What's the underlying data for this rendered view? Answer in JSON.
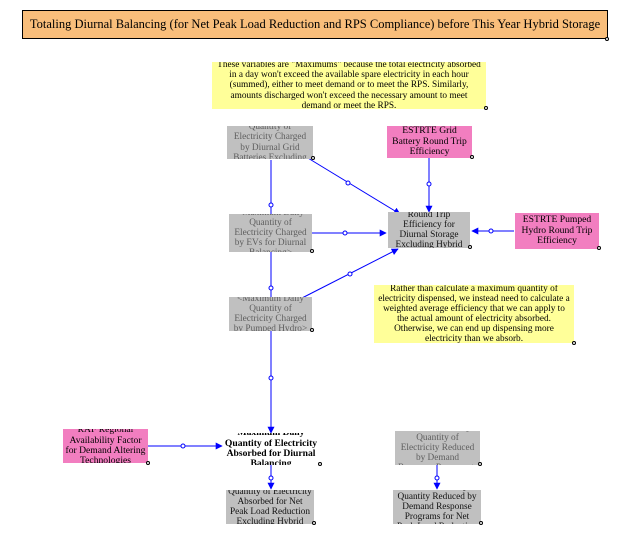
{
  "title": "Totaling Diurnal Balancing (for Net Peak Load Reduction and RPS Compliance) before This Year Hybrid Storage",
  "notes": {
    "maximums": "These variables are \"Maximums\" because the total electricity absorbed in a day won't exceed the available spare electricity in each hour (summed), either to meet demand or to meet the RPS.  Similarly, amounts discharged won't exceed the necessary amount to meet demand or meet the RPS.",
    "weighted": "Rather than calculate a maximum quantity of electricity dispensed, we instead need to calculate a weighted average efficiency that we can apply to the actual amount of electricity absorbed. Otherwise, we can end up dispensing more electricity than we absorb."
  },
  "nodes": {
    "grid_batteries_shadow": "<Maximum Daily Quantity of Electricity Charged by Diurnal Grid Batteries Excluding Hybrid Batteries>",
    "ev_shadow": "<Maximum Daily Quantity of Electricity Charged by EVs for Diurnal Balancing>",
    "pumped_hydro_shadow": "<Maximum Daily Quantity of Electricity Charged by Pumped Hydro>",
    "grid_battery_eff": "ESTRTE Grid Battery Round Trip Efficiency",
    "weighted_avg": "Weighted Average Round Trip Efficiency for Diurnal Storage Excluding Hybrid Batteries",
    "pumped_hydro_eff": "ESTRTE Pumped Hydro Round Trip Efficiency",
    "raf": "RAF Regional Availability Factor for Demand Altering Technologies",
    "max_absorbed": "Maximum Daily Quantity of Electricity Absorbed for Diurnal Balancing",
    "demand_response_shadow": "<Maximum Daily Quantity of Electricity Reduced by Demand Response Programs>",
    "absorbed_excl_hybrid": "Maximum Daily Quantity of Electricity Absorbed for Net Peak Load Reduction Excluding Hybrid Batteries",
    "demand_response_npl": "Maximum Daily Quantity Reduced by Demand Response Programs for Net Peak Load Reduction"
  },
  "colors": {
    "title_bg": "#f9be7b",
    "note_bg": "#ffff99",
    "shadow_bg": "#c0c0c0",
    "input_bg": "#f27ec0",
    "arrow": "#0000ff"
  }
}
